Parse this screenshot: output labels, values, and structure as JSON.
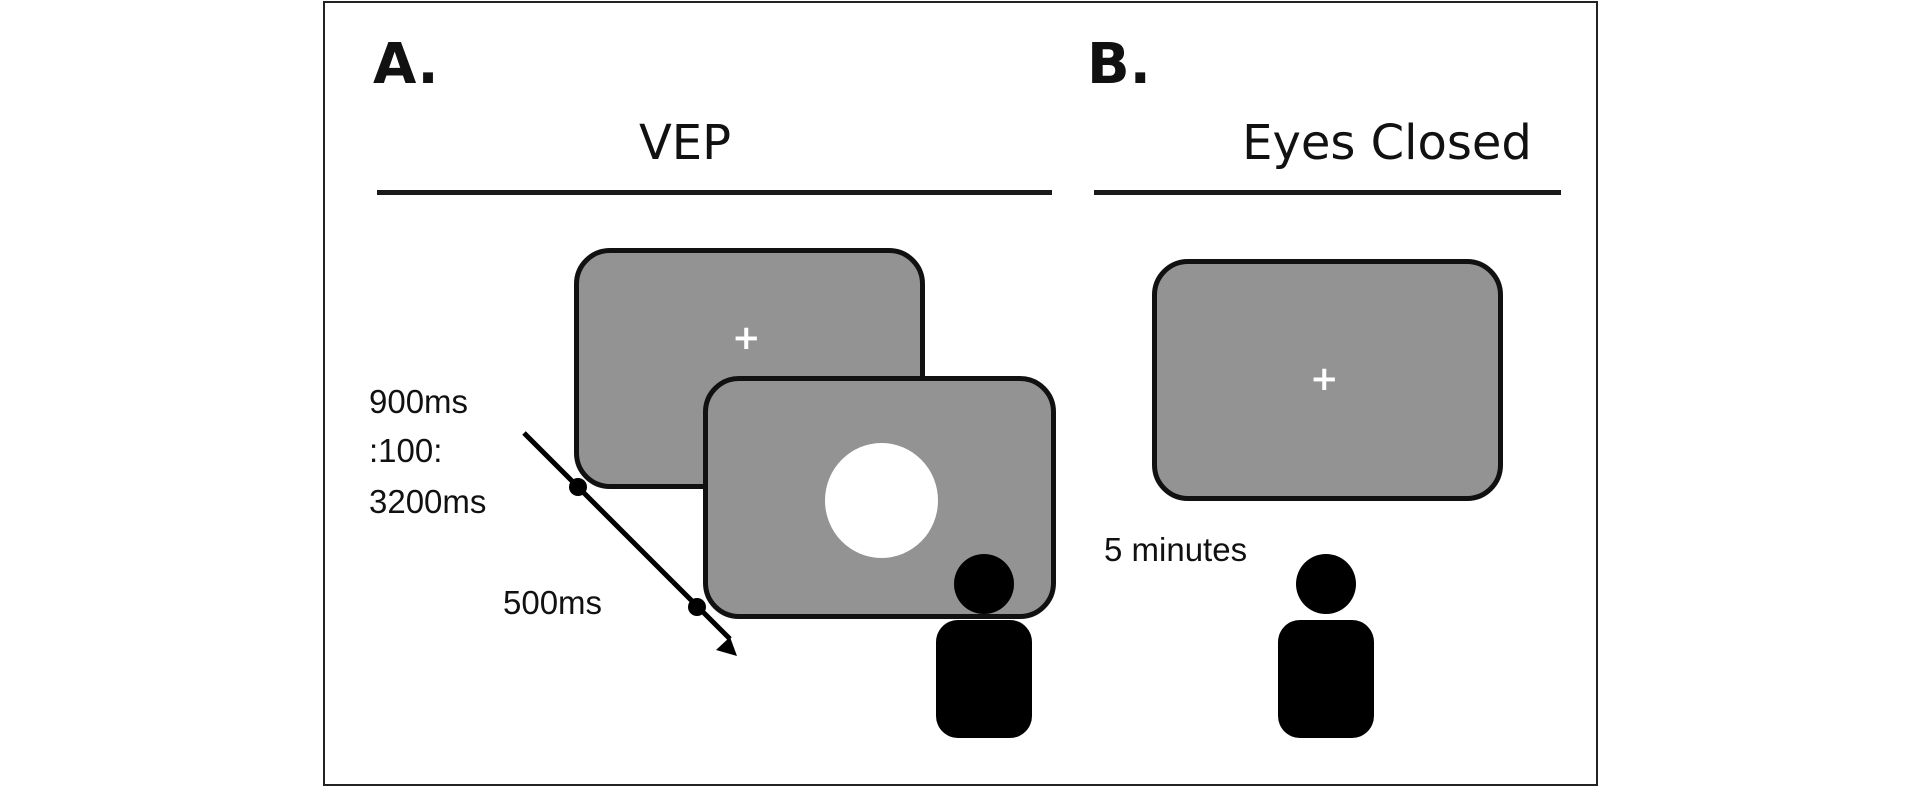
{
  "panel_a": {
    "label": "A.",
    "title": "VEP",
    "fixation": "+",
    "iti_lines": [
      "900ms",
      ":100:",
      "3200ms"
    ],
    "stim_duration": "500ms"
  },
  "panel_b": {
    "label": "B.",
    "title": "Eyes Closed",
    "fixation": "+",
    "duration": "5 minutes"
  },
  "colors": {
    "screen_gray": "#939393",
    "outline": "#111111",
    "stimulus": "#ffffff",
    "person": "#000000"
  },
  "icons": [
    "person-icon",
    "fixation-cross-icon",
    "timeline-arrow-icon"
  ]
}
